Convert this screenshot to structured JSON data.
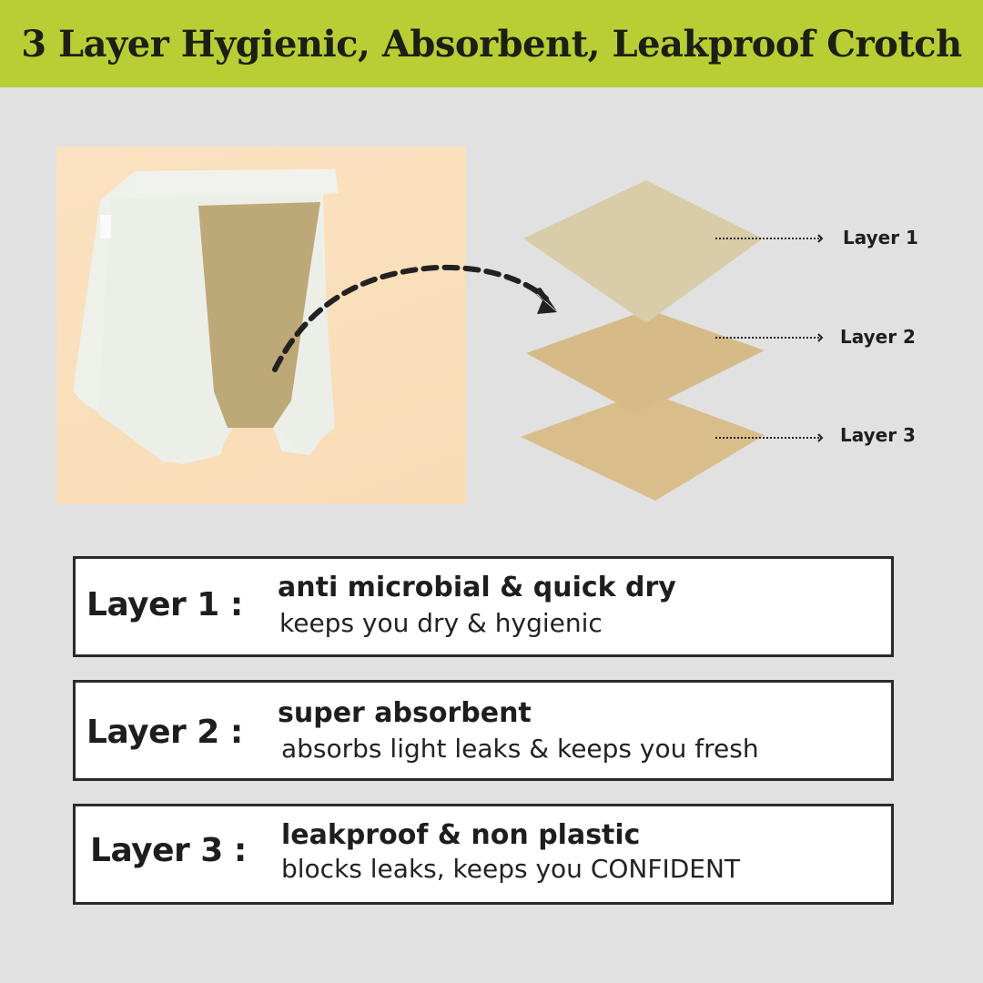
{
  "header": {
    "title": "3 Layer Hygienic, Absorbent, Leakproof Crotch"
  },
  "diagram": {
    "labels": [
      "Layer 1",
      "Layer 2",
      "Layer 3"
    ]
  },
  "layers": [
    {
      "name": "Layer 1 :",
      "title": "anti microbial & quick dry",
      "subtitle": "keeps you dry & hygienic"
    },
    {
      "name": "Layer 2 :",
      "title": "super absorbent",
      "subtitle": "absorbs light leaks & keeps you fresh"
    },
    {
      "name": "Layer 3 :",
      "title": "leakproof & non plastic",
      "subtitle": "blocks leaks, keeps you CONFIDENT"
    }
  ],
  "colors": {
    "header": "#b8ce34",
    "background": "#e1e1e1",
    "crotch": "#bda877"
  }
}
